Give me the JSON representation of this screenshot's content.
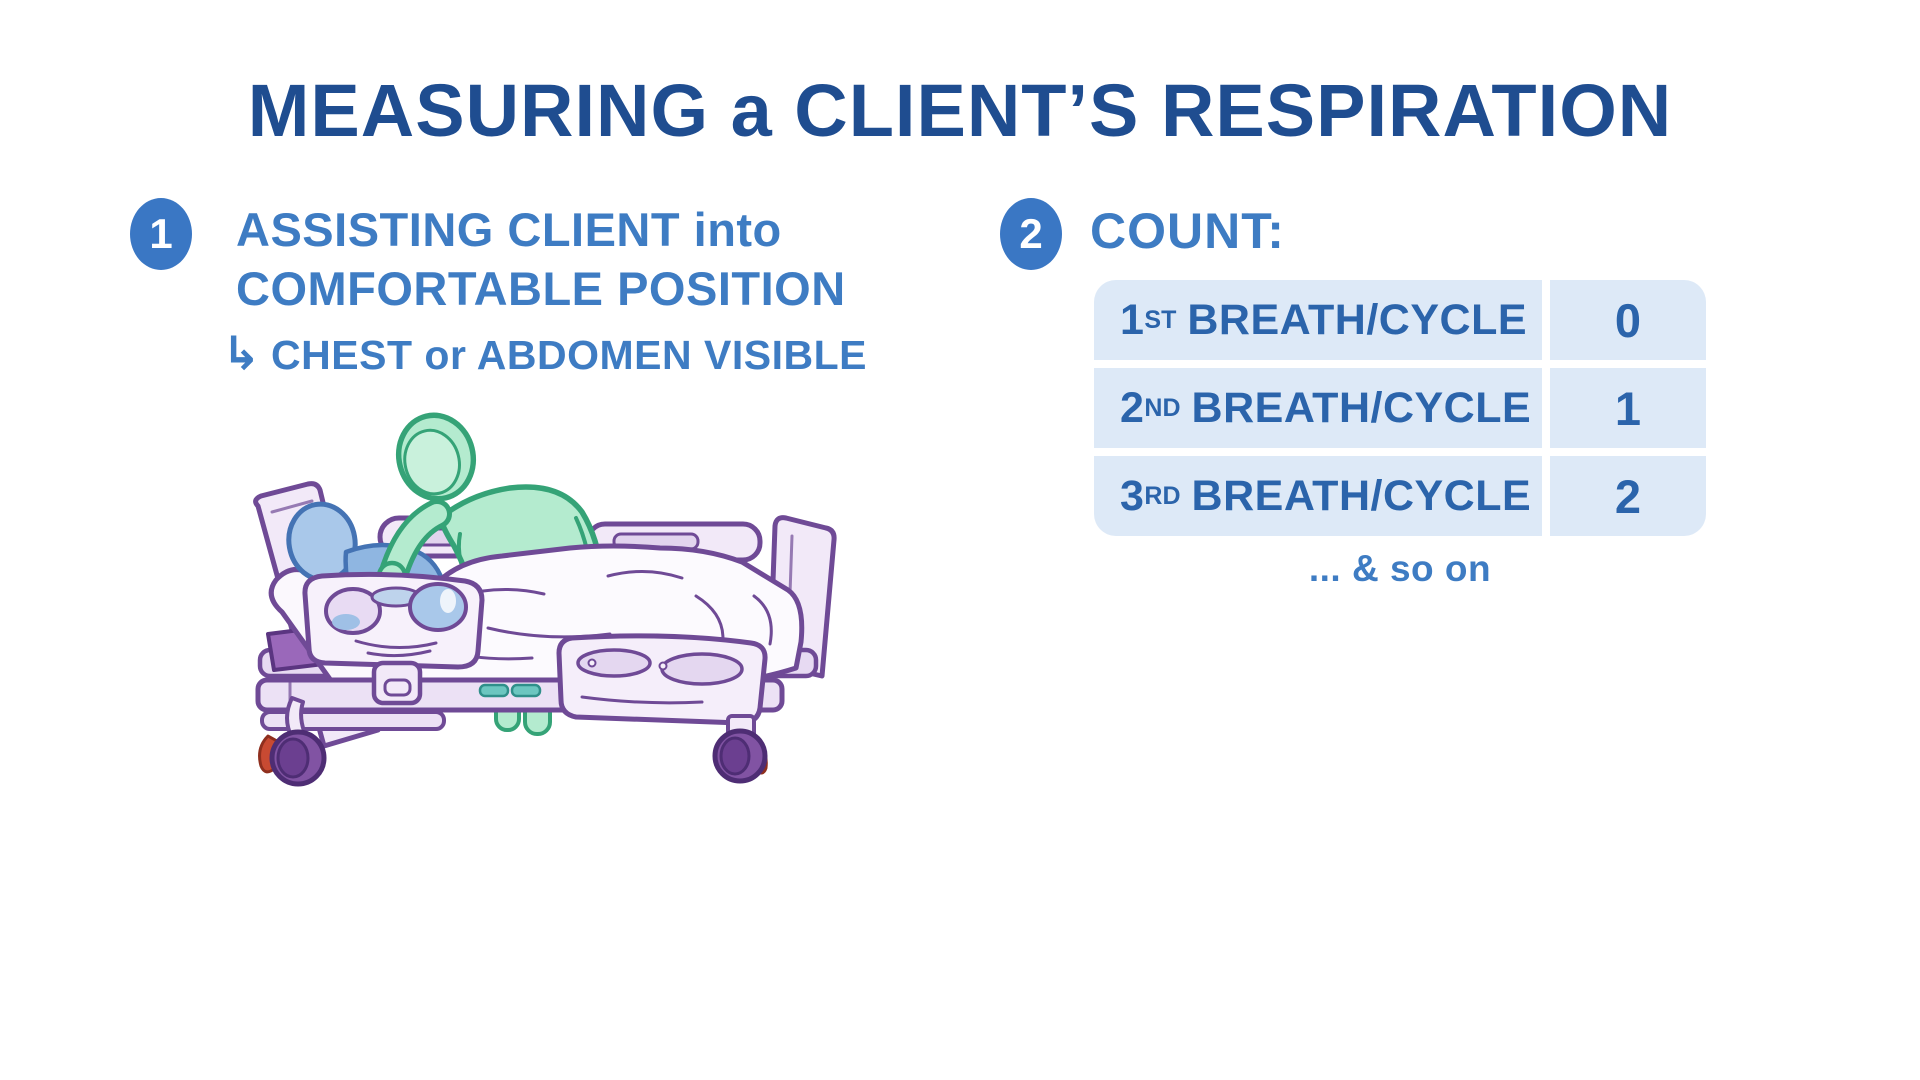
{
  "title": {
    "text": "MEASURING a CLIENT’S RESPIRATION"
  },
  "step1": {
    "number": "1",
    "line1": "ASSISTING CLIENT into",
    "line2": "COMFORTABLE POSITION",
    "arrow": "↳",
    "note": "CHEST or ABDOMEN VISIBLE"
  },
  "step2": {
    "number": "2",
    "heading": "COUNT:"
  },
  "count_table": {
    "rows": [
      {
        "ordinal": "1",
        "suffix": "ST",
        "rest": "BREATH/CYCLE",
        "value": "0"
      },
      {
        "ordinal": "2",
        "suffix": "ND",
        "rest": "BREATH/CYCLE",
        "value": "1"
      },
      {
        "ordinal": "3",
        "suffix": "RD",
        "rest": "BREATH/CYCLE",
        "value": "2"
      }
    ],
    "footnote": "... & so on"
  },
  "illustration": {
    "description": "caregiver leaning over client lying in a hospital bed, chest visible",
    "colors": {
      "outline_purple": "#6f4a96",
      "panel_lavender": "#f2e9f8",
      "blanket_white": "#fcfafe",
      "mattress_purple": "#9a68ba",
      "wheel_purple": "#8153a3",
      "wheel_outline": "#4e2d74",
      "brake_red": "#c84a32",
      "caregiver_green_fill": "#b4ebcf",
      "caregiver_green_outline": "#35a377",
      "client_blue_fill": "#a9c8ea",
      "client_blue_outline": "#4473b4",
      "accent_teal": "#6cc6c0"
    }
  },
  "colors": {
    "background": "#ffffff",
    "title_blue": "#1f4d90",
    "step_blue": "#3e7cc3",
    "badge_blue": "#3a77c4",
    "table_bg": "#dde9f7",
    "table_text": "#2b64ab"
  }
}
